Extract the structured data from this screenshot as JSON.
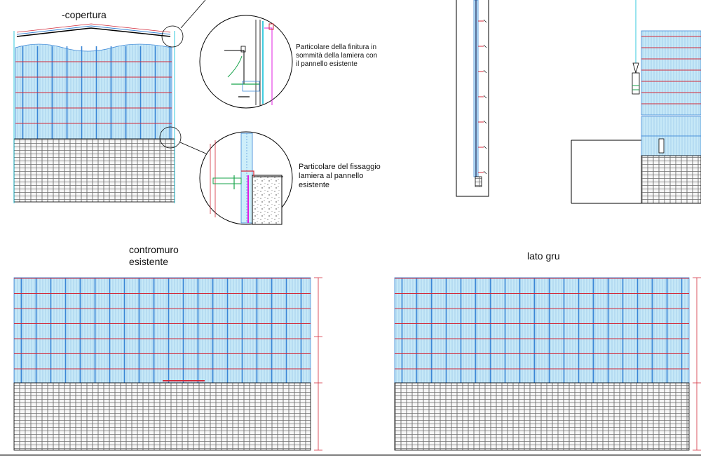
{
  "labels": {
    "copertura": "-copertura",
    "detail_top": "Particolare della finitura in sommità della lamiera con il pannello esistente",
    "detail_bottom": "Particolare del fissaggio lamiera al pannello esistente",
    "contromuro": "contromuro esistente",
    "lato_gru": "lato gru"
  },
  "colors": {
    "cladding_fill": "#cdeefa",
    "rib_blue": "#3a86d6",
    "rail_red": "#d22a3a",
    "masonry_fill": "#f4f4f4",
    "line": "#000000",
    "cyan": "#00bcd4",
    "magenta": "#e21ce2",
    "green": "#16a34a"
  }
}
